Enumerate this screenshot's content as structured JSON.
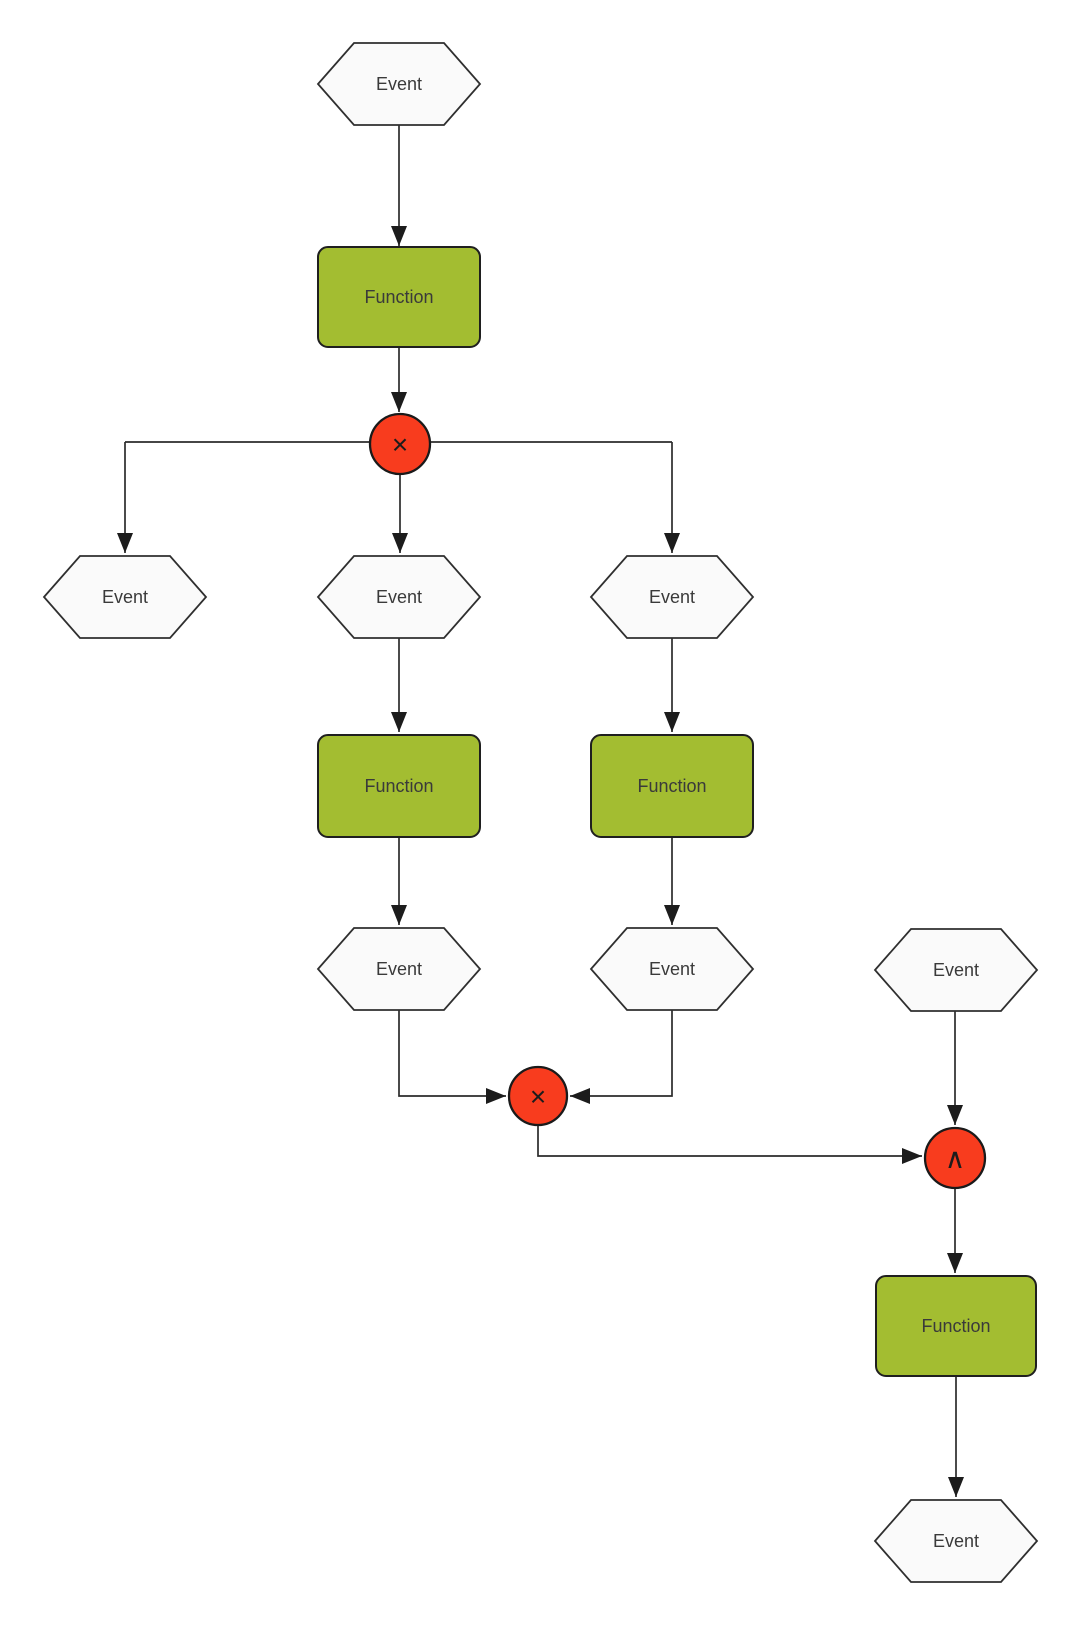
{
  "diagram": {
    "kind": "event-driven-process-chain",
    "colors": {
      "background": "#ffffff",
      "event_fill": "#fafafa",
      "function_fill": "#a3bd31",
      "connector_fill": "#f83c1e",
      "edge_stroke": "#2b2b2b",
      "label_text": "#3a3a3a"
    },
    "nodes": {
      "event_top": {
        "label": "Event"
      },
      "function_main": {
        "label": "Function"
      },
      "xor_split": {
        "symbol": "×",
        "name": "XOR connector"
      },
      "event_branch_left": {
        "label": "Event"
      },
      "event_branch_mid": {
        "label": "Event"
      },
      "event_branch_right": {
        "label": "Event"
      },
      "function_mid": {
        "label": "Function"
      },
      "function_right": {
        "label": "Function"
      },
      "event_mid_2": {
        "label": "Event"
      },
      "event_right_2": {
        "label": "Event"
      },
      "event_far_right": {
        "label": "Event"
      },
      "xor_join": {
        "symbol": "×",
        "name": "XOR connector"
      },
      "and_join": {
        "symbol": "∧",
        "name": "AND connector"
      },
      "function_bottom": {
        "label": "Function"
      },
      "event_bottom": {
        "label": "Event"
      }
    }
  }
}
